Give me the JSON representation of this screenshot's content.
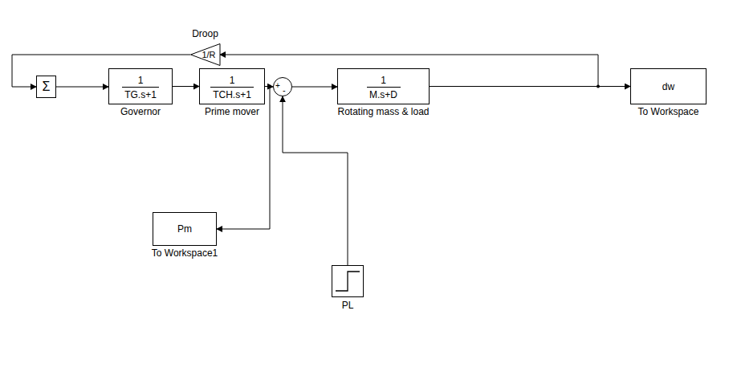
{
  "diagram": {
    "nodes": [
      {
        "text": [
          "1/R",
          "Droop"
        ]
      },
      {
        "text": [
          "Σ"
        ]
      },
      {
        "text": [
          "1",
          "TG.s+1",
          "Governor"
        ]
      },
      {
        "text": [
          "1",
          "TCH.s+1",
          "Prime mover"
        ]
      },
      {
        "text": [
          "+",
          "-"
        ]
      },
      {
        "text": [
          "1",
          "M.s+D",
          "Rotating mass & load"
        ]
      },
      {
        "text": [
          "dw",
          "To Workspace"
        ]
      },
      {
        "text": [
          "Pm",
          "To Workspace1"
        ]
      },
      {
        "text": [
          "PL"
        ]
      }
    ],
    "edges": [
      {
        "from": 1,
        "to": 2,
        "arrow": "to"
      },
      {
        "from": 2,
        "to": 3,
        "arrow": "to"
      },
      {
        "from": 3,
        "to": 4,
        "arrow": "to"
      },
      {
        "from": 3,
        "to": 7,
        "arrow": "to"
      },
      {
        "from": 8,
        "to": 4,
        "arrow": "to"
      },
      {
        "from": 4,
        "to": 5,
        "arrow": "to"
      },
      {
        "from": 5,
        "to": 6,
        "arrow": "to"
      },
      {
        "from": 5,
        "to": 0,
        "arrow": "to"
      },
      {
        "from": 0,
        "to": 1,
        "arrow": "to"
      }
    ]
  }
}
